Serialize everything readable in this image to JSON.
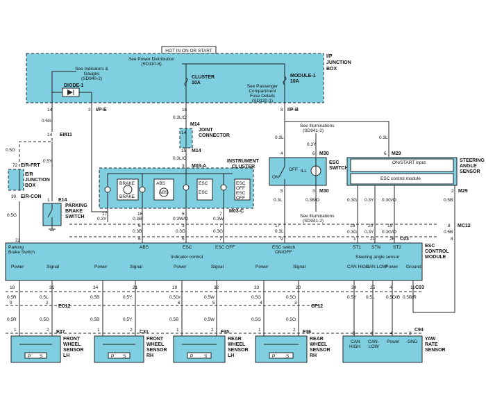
{
  "header": {
    "hot_label": "HOT IN ON OR START"
  },
  "junction_box": {
    "title_1": "I/P",
    "title_2": "JUNCTION",
    "title_3": "BOX",
    "power_dist_1": "See Power Distribution",
    "power_dist_2": "(SD110-8)",
    "see_indicators_1": "See Indicators &",
    "see_indicators_2": "Gauges",
    "see_indicators_3": "(SD940-2)",
    "diode_label": "DIODE-1",
    "cluster_fuse_1": "CLUSTER",
    "cluster_fuse_2": "10A",
    "module_fuse_1": "MODULE-1",
    "module_fuse_2": "10A",
    "see_pcfd_1": "See Passenger",
    "see_pcfd_2": "Compartment",
    "see_pcfd_3": "Fuse Details",
    "see_pcfd_4": "(SD120-1)"
  },
  "junction_box_pins": {
    "p14": "14",
    "p3": "3",
    "ipe": "I/P-E",
    "p18": "18",
    "p8": "8",
    "ipb": "I/P-B"
  },
  "wires": {
    "w05g": "0.5G",
    "w05y": "0.5Y",
    "w03lo": "0.3L/O",
    "w03l": "0.3L",
    "w03y": "0.3Y",
    "w03g": "0.3G",
    "w03b": "0.3B",
    "w03go": "0.3G/O",
    "w05b": "0.5B",
    "w03br": "0.3Br",
    "w03w": "0.3W",
    "w03wo": "0.3W/O",
    "w03bo": "0.3B/O",
    "w03gr": "0.3Gr",
    "w05l": "0.5L",
    "w05r": "0.5R",
    "w05o": "0.5O",
    "w05gr": "0.5Gr",
    "w05w": "0.5W",
    "w05br": "0.5Br",
    "w05b_r": "0.5B/R",
    "w05ob": "0.5O/B",
    "w05g2": "0.5G"
  },
  "left": {
    "em11": "EM11",
    "em11_pin": "14",
    "erfrt": "E/R-FRT",
    "erfrt_pin": "72",
    "er_box_1": "E/R",
    "er_box_2": "JUNCTION",
    "er_box_3": "BOX",
    "ercon": "E/R-CON",
    "ercon_pin": "30",
    "e14": "E14",
    "e14_pin": "1",
    "pbs_1": "PARKING",
    "pbs_2": "BRAKE",
    "pbs_3": "SWITCH"
  },
  "joint": {
    "m14": "M14",
    "title_1": "JOINT",
    "title_2": "CONNECTOR",
    "pin_top": "14",
    "pin_bot": "15",
    "m14b": "M14"
  },
  "cluster": {
    "m03a": "M03-A",
    "m03a_pin": "3",
    "title_1": "INSTRUMENT",
    "title_2": "CLUSTER",
    "lamp_brake_1": "BRAKE",
    "lamp_brake_2": "BRAKE",
    "lamp_abs_1": "ABS",
    "lamp_abs_2": "ABS",
    "lamp_esc": "ESC",
    "lamp_esc_2": "ESC",
    "lamp_escoff_1": "ESC",
    "lamp_escoff_2": "OFF",
    "lamp_escoff_3": "ESC",
    "lamp_escoff_4": "OFF",
    "pin17": "17",
    "pin16": "16",
    "pin5": "5",
    "pin7": "7",
    "m03c": "M03-C"
  },
  "esc_switch": {
    "m30": "M30",
    "pin4": "4",
    "pin6": "6",
    "pin5": "5",
    "pin3": "3",
    "title_1": "ESC",
    "title_2": "SWITCH",
    "off": "OFF",
    "on": "ON",
    "ill": "ILL",
    "see_illum_1": "See Illuminations",
    "see_illum_2": "(SD941-2)",
    "see_illum_3": "See Illuminations",
    "see_illum_4": "(SD941-2)"
  },
  "steering": {
    "m29": "M29",
    "pin6": "6",
    "pin2": "2",
    "m29b": "M29",
    "title_1": "STEERING",
    "title_2": "ANGLE",
    "title_3": "SENSOR",
    "on_start": "ON/START input",
    "esc_module": "ESC control module"
  },
  "mc12": {
    "label": "MC12",
    "c03": "C03",
    "p6": "6",
    "p3": "3",
    "p7": "7",
    "p17": "17",
    "p10": "10",
    "p18": "18",
    "p20": "20",
    "p19": "19",
    "p8": "8",
    "q6": "6",
    "q16": "16",
    "q5": "5",
    "q7": "7",
    "q9": "9",
    "q1": "1",
    "q21": "21",
    "q26": "26",
    "q8": "8"
  },
  "esc_module": {
    "title_1": "ESC",
    "title_2": "CONTROL",
    "title_3": "MODULE",
    "parking_1": "Parking",
    "parking_2": "Brake Switch",
    "abs": "ABS",
    "esc": "ESC",
    "esc_off": "ESC OFF",
    "indicator_control": "Indicator control",
    "esc_switch_1": "ESC switch",
    "esc_switch_2": "ON/OFF",
    "st1": "ST1",
    "stn": "STN",
    "st2": "ST2",
    "steering_angle": "Steering angle sensor",
    "power": "Power",
    "signal": "Signal",
    "can_high": "CAN HIGH",
    "can_low": "CAN LOW",
    "ground": "Ground",
    "c03": "C03",
    "pin22": "22",
    "pins_bottom": [
      "18",
      "31",
      "34",
      "21",
      "19",
      "32",
      "33",
      "20",
      "24",
      "25",
      "4",
      "11"
    ]
  },
  "ec12": {
    "label": "EC12",
    "p9": "9",
    "p2": "2"
  },
  "cf12": {
    "label": "CF12",
    "p4": "4",
    "p5": "5",
    "p6": "6",
    "p3": "3"
  },
  "sensors": [
    {
      "conn": "E07",
      "title_1": "FRONT",
      "title_2": "WHEEL",
      "title_3": "SENSOR",
      "title_4": "LH",
      "p1": "1",
      "p2": "2",
      "pl": "P",
      "sl": "S"
    },
    {
      "conn": "C31",
      "title_1": "FRONT",
      "title_2": "WHEEL",
      "title_3": "SENSOR",
      "title_4": "RH",
      "p1": "1",
      "p2": "2",
      "pl": "P",
      "sl": "S"
    },
    {
      "conn": "F35",
      "title_1": "REAR",
      "title_2": "WHEEL",
      "title_3": "SENSOR",
      "title_4": "LH",
      "p1": "1",
      "p2": "2",
      "pl": "P",
      "sl": "S"
    },
    {
      "conn": "F36",
      "title_1": "REAR",
      "title_2": "WHEEL",
      "title_3": "SENSOR",
      "title_4": "RH",
      "p1": "1",
      "p2": "2",
      "pl": "P",
      "sl": "S"
    }
  ],
  "yaw": {
    "conn": "C94",
    "title_1": "YAW",
    "title_2": "RATE",
    "title_3": "SENSOR",
    "can_high_1": "CAN",
    "can_high_2": "HIGH",
    "can_low_1": "CAN-",
    "can_low_2": "LOW",
    "power": "Power",
    "gnd": "GND",
    "p5": "5",
    "p6": "6",
    "p4": "4",
    "p3": "3"
  }
}
